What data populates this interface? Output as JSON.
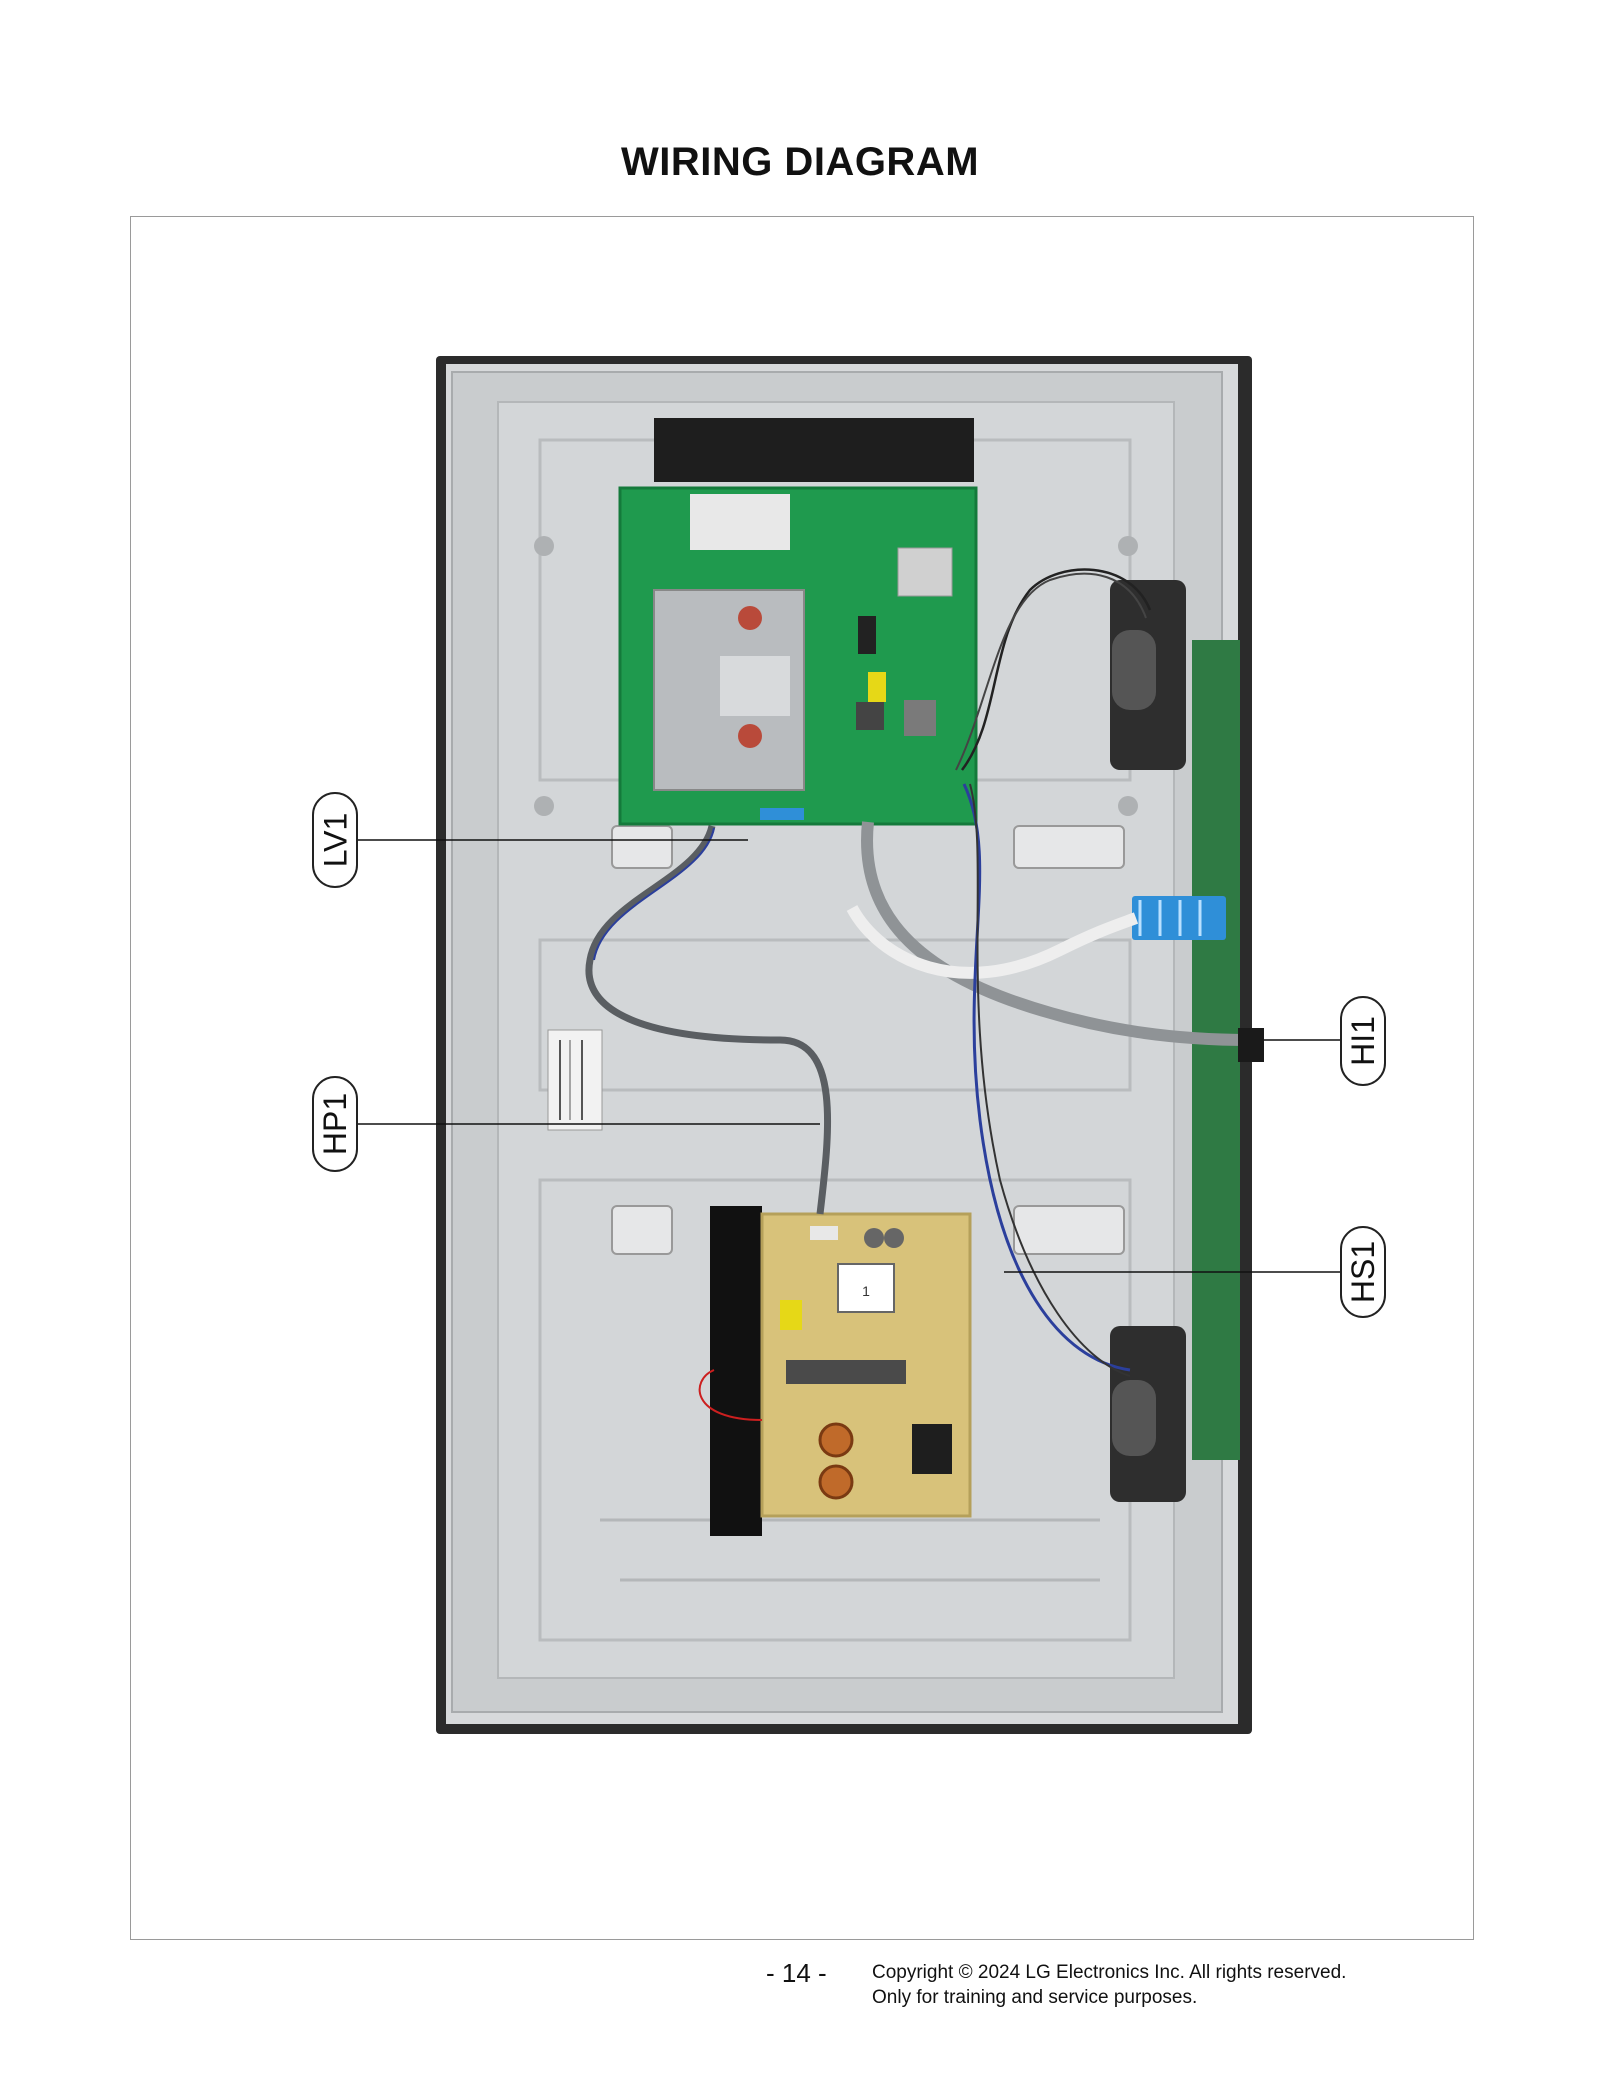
{
  "page": {
    "title": "WIRING DIAGRAM",
    "page_number": "- 14 -",
    "copyright_line1": "Copyright © 2024 LG Electronics Inc. All rights reserved.",
    "copyright_line2": "Only for training and service purposes."
  },
  "callouts": {
    "lv1": "LV1",
    "hp1": "HP1",
    "hi1": "HI1",
    "hs1": "HS1"
  },
  "board_labels": {
    "psu_number": "1"
  },
  "colors": {
    "main_board": "#1f9a4e",
    "power_board": "#d8c27a",
    "chassis": "#c9ccce",
    "bezel": "#2b2b2b",
    "ffc_cable": "#2f8fd8",
    "wire_blue": "#2b3f9c"
  }
}
